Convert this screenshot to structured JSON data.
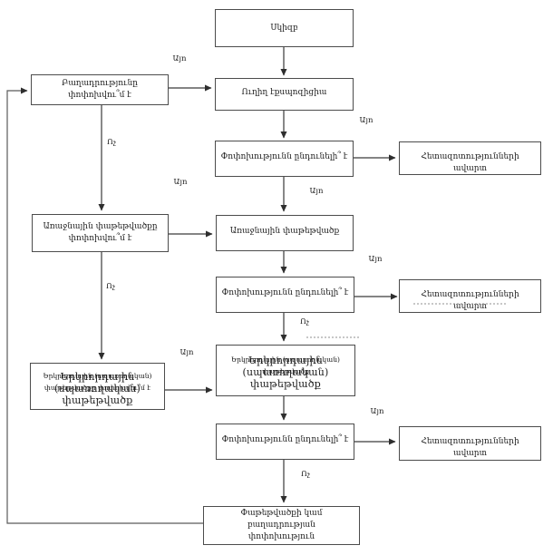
{
  "flowchart": {
    "boxes": {
      "start": "Սկիզբ",
      "direct_exposure": "Ուղիղ էքսպոզիցիա",
      "composition_changed_q": "Բաղադրությունը փոփոխվու՞մ է",
      "change_acceptable_q": "Փոփոխությունն ընդունելի՞ է",
      "end_of_studies": "Հետազոտությունների ավարտ",
      "primary_changed_q_line1": "Առաջնային փաթեթվածքը",
      "primary_changed_q_line2": "փոփոխվու՞մ է",
      "primary_packaging": "Առաջնային փաթեթվածք",
      "secondary_line1": "Երկրորդային",
      "secondary_line2": "(սպառողական)",
      "secondary_line3": "փաթեթվածք",
      "secondary_overlay_line1": "Երկրորդային (սպառողական)",
      "secondary_overlay_line2": "փաթեթվածք",
      "secondary_q_overlay_line1": "Երկրորդային (սպառողական)",
      "secondary_q_overlay_line2": "փաթեթվածքը փոփոխվու՞մ է",
      "final_change_line1": "Փաթեթվածքի կամ բաղադրության",
      "final_change_line2": "փոփոխություն"
    },
    "edge_labels": {
      "yes": "Այո",
      "no": "Ոչ"
    }
  }
}
